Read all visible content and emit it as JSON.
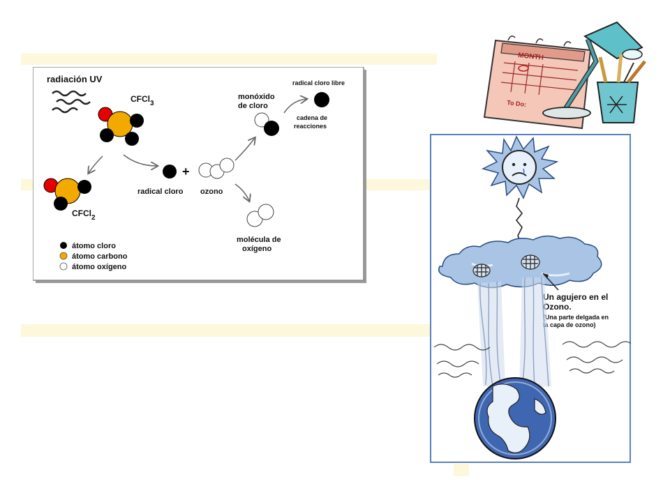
{
  "diagram": {
    "uv_label": "radiación UV",
    "cfcl3_main": "CFCl",
    "cfcl3_sub": "3",
    "cfcl2_main": "CFCl",
    "cfcl2_sub": "2",
    "plus": "+",
    "radical_cloro": "radical cloro",
    "ozono": "ozono",
    "monoxido_line1": "monóxido",
    "monoxido_line2": "de cloro",
    "radical_libre": "radical cloro libre",
    "cadena_line1": "cadena de",
    "cadena_line2": "reacciones",
    "molecula_line1": "molécula de",
    "molecula_line2": "oxígeno",
    "legend": [
      {
        "label": "átomo cloro",
        "color": "#000000"
      },
      {
        "label": "átomo carbono",
        "color": "#f2a900"
      },
      {
        "label": "átomo oxígeno",
        "color": "#ffffff"
      }
    ]
  },
  "clipart": {
    "calendar_header": "MONTH",
    "todo_label": "To Do:"
  },
  "ozone_illustration": {
    "caption_line1": "Un agujero en el",
    "caption_line2": "Ozono.",
    "subcaption_line1": "(Una parte delgada en",
    "subcaption_line2": "la capa de ozono)"
  },
  "colors": {
    "band": "#fdf7dc",
    "frame_border": "#5a7fbf",
    "cloud": "#a9c4e4",
    "earth": "#3f66b0",
    "carbon": "#f2a900",
    "fluorine": "#e60000"
  }
}
